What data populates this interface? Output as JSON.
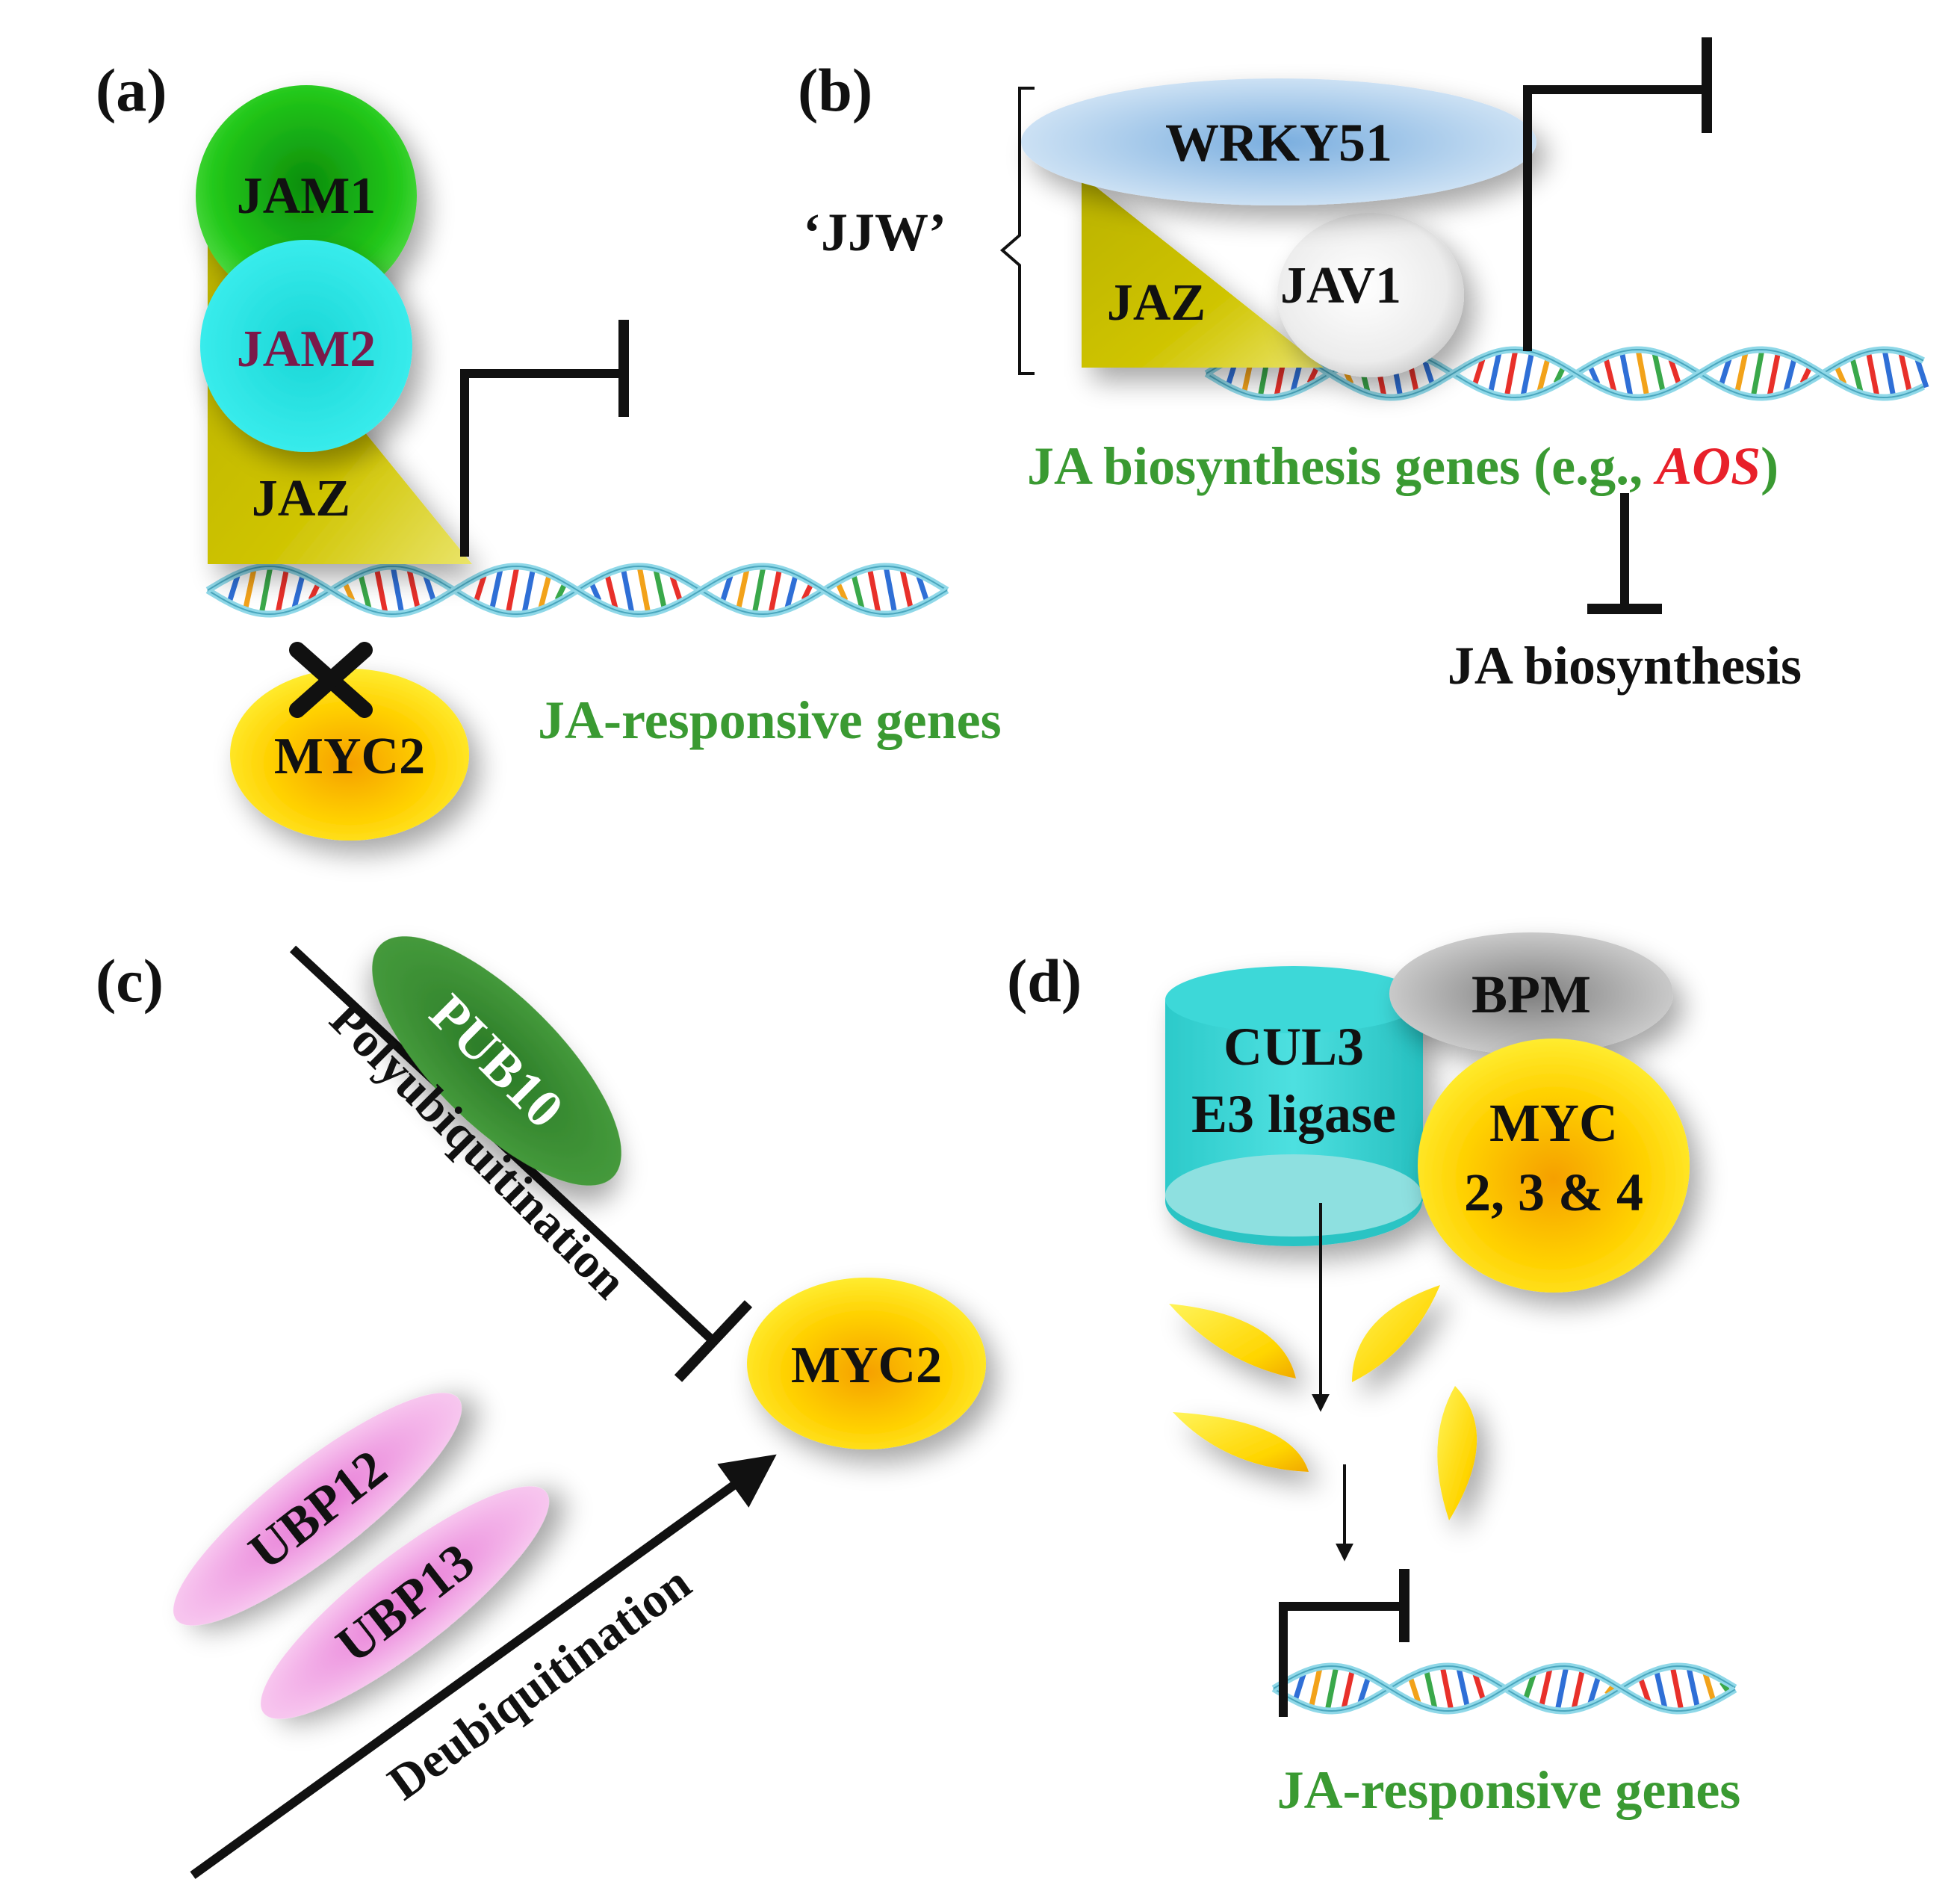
{
  "panels": {
    "a": {
      "label": "(a)",
      "proteins": {
        "jam1": "JAM1",
        "jam2": "JAM2",
        "jaz": "JAZ",
        "myc2": "MYC2"
      },
      "genes": "JA-responsive  genes"
    },
    "b": {
      "label": "(b)",
      "complex_label": "‘JJW’",
      "proteins": {
        "wrky51": "WRKY51",
        "jav1": "JAV1",
        "jaz": "JAZ"
      },
      "genes_prefix": "JA biosynthesis  genes (e.g., ",
      "genes_gene": "AOS",
      "genes_suffix": ")",
      "outcome": "JA biosynthesis"
    },
    "c": {
      "label": "(c)",
      "proteins": {
        "pub10": "PUB10",
        "ubp12": "UBP12",
        "ubp13": "UBP13",
        "myc2": "MYC2"
      },
      "process_top": "Polyubiquitination",
      "process_bottom": "Deubiquitination"
    },
    "d": {
      "label": "(d)",
      "proteins": {
        "bpm": "BPM",
        "cul3_line1": "CUL3",
        "cul3_line2": "E3 ligase",
        "myc_line1": "MYC",
        "myc_line2": "2, 3 & 4"
      },
      "genes": "JA-responsive  genes"
    }
  },
  "colors": {
    "text": "#111111",
    "genes_green": "#3a9a32",
    "gene_red": "#e8202a",
    "jam1": "#22c81a",
    "jam2": "#21e6e6",
    "jam2_text": "#7a1a4a",
    "jaz": "#c8c000",
    "myc": "#ffd000",
    "wrky51": "#9cc3e8",
    "jav1": "#e6e6e6",
    "pub10": "#3c8c34",
    "ubp": "#f2a8e6",
    "cul3": "#40d4d4",
    "bpm": "#a8a8a8",
    "dna_blue": "#8fd8e8"
  }
}
